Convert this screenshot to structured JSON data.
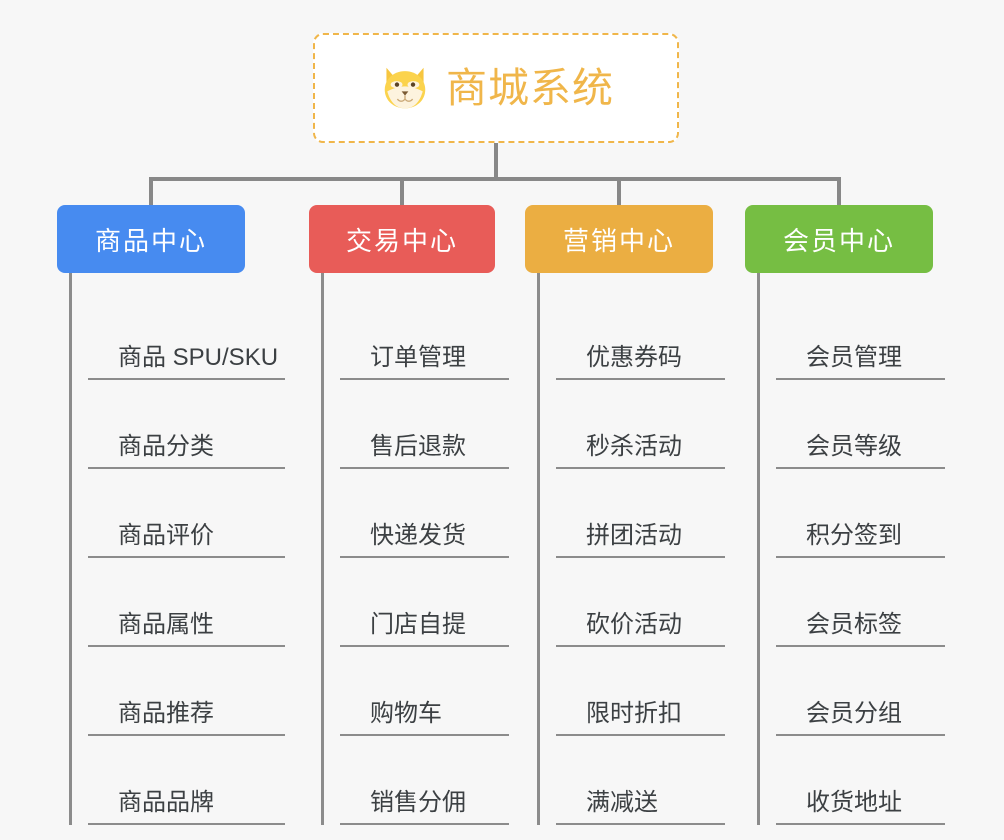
{
  "root": {
    "title": "商城系统",
    "icon": "dog-face-icon",
    "border_color": "#f0b64a",
    "text_color": "#f0b64a"
  },
  "canvas": {
    "background": "#f7f7f7",
    "connector_color": "#888888"
  },
  "columns": [
    {
      "id": "product-center",
      "label": "商品中心",
      "color": "#478bf0",
      "items": [
        "商品 SPU/SKU",
        "商品分类",
        "商品评价",
        "商品属性",
        "商品推荐",
        "商品品牌"
      ]
    },
    {
      "id": "trade-center",
      "label": "交易中心",
      "color": "#e85c58",
      "items": [
        "订单管理",
        "售后退款",
        "快递发货",
        "门店自提",
        "购物车",
        "销售分佣"
      ]
    },
    {
      "id": "marketing-center",
      "label": "营销中心",
      "color": "#ebae42",
      "items": [
        "优惠券码",
        "秒杀活动",
        "拼团活动",
        "砍价活动",
        "限时折扣",
        "满减送"
      ]
    },
    {
      "id": "member-center",
      "label": "会员中心",
      "color": "#76be43",
      "items": [
        "会员管理",
        "会员等级",
        "积分签到",
        "会员标签",
        "会员分组",
        "收货地址"
      ]
    }
  ]
}
